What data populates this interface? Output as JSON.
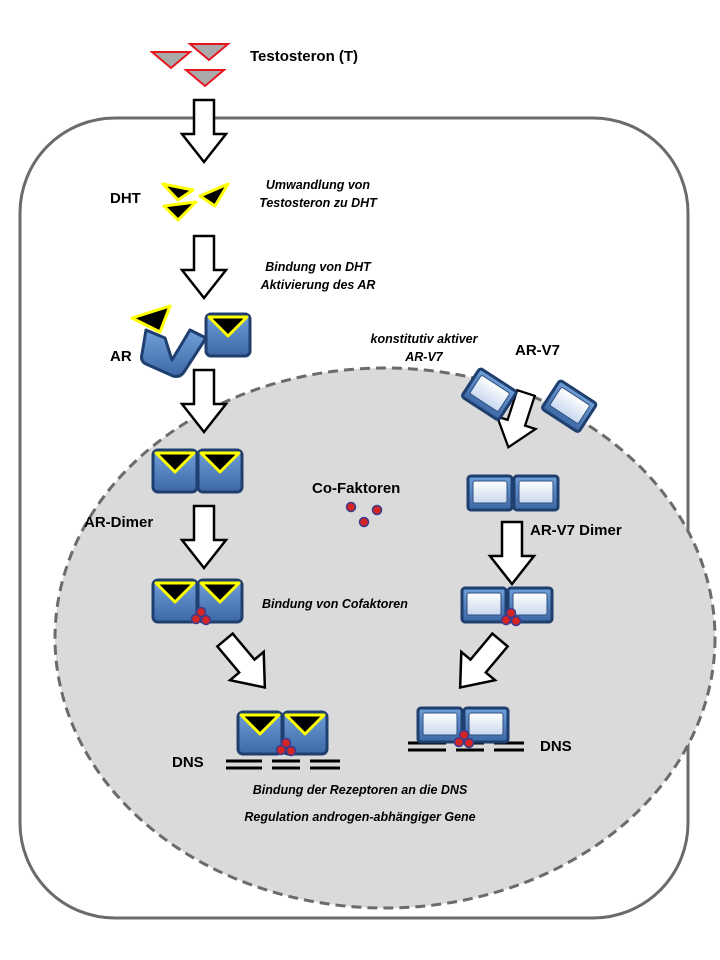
{
  "labels": {
    "testosteron": "Testosteron (T)",
    "dht": "DHT",
    "conversion_line1": "Umwandlung von",
    "conversion_line2": "Testosteron zu DHT",
    "binding_line1": "Bindung von DHT",
    "binding_line2": "Aktivierung des AR",
    "ar": "AR",
    "arv7_note_line1": "konstitutiv aktiver",
    "arv7_note_line2": "AR-V7",
    "arv7": "AR-V7",
    "co_factors": "Co-Faktoren",
    "ar_dimer": "AR-Dimer",
    "arv7_dimer": "AR-V7 Dimer",
    "cofactor_binding": "Bindung von Cofaktoren",
    "dns_left": "DNS",
    "dns_right": "DNS",
    "receptor_dna_binding": "Bindung der Rezeptoren an die DNS",
    "gene_regulation": "Regulation androgen-abhängiger Gene"
  },
  "colors": {
    "receptor_blue": "#4f7fbf",
    "receptor_dark": "#1f3f6f",
    "dht_yellow": "#ffff00",
    "testosterone_red": "#e8141e",
    "nucleus_fill": "#dadada",
    "cofactor_red": "#d42424"
  }
}
